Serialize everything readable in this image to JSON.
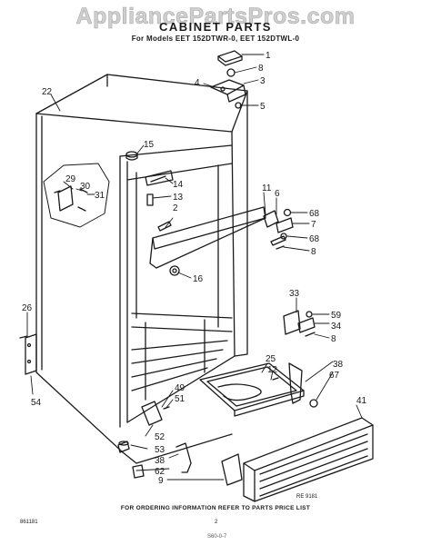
{
  "watermark": "AppliancePartsPros.com",
  "title": "CABINET PARTS",
  "subtitle": "For Models EET 152DTWR-0, EET 152DTWL-0",
  "footer": "FOR ORDERING INFORMATION REFER TO PARTS PRICE LIST",
  "drawing_code": "RE 9181",
  "doc_code": "861181",
  "page_number": "2",
  "bottom_mark": "S60-0-7",
  "callouts": {
    "c1": "1",
    "c8a": "8",
    "c3": "3",
    "c4": "4",
    "c5": "5",
    "c22": "22",
    "c15": "15",
    "c29": "29",
    "c30": "30",
    "c31": "31",
    "c14": "14",
    "c13": "13",
    "c2": "2",
    "c11": "11",
    "c6": "6",
    "c68a": "68",
    "c7": "7",
    "c68b": "68",
    "c8b": "8",
    "c16": "16",
    "c33": "33",
    "c59": "59",
    "c34": "34",
    "c8c": "8",
    "c26": "26",
    "c54": "54",
    "c25": "25",
    "c12": "12",
    "c38a": "38",
    "c67": "67",
    "c49": "49",
    "c51": "51",
    "c41": "41",
    "c52": "52",
    "c53": "53",
    "c38b": "38",
    "c62": "62",
    "c9": "9"
  }
}
